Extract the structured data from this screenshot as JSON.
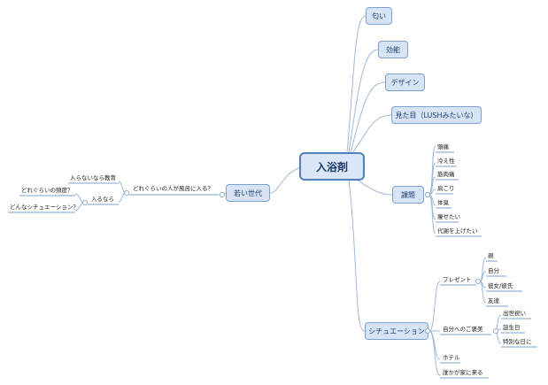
{
  "central_topic": "入浴剤",
  "right_topics": {
    "smell": "匂い",
    "efficacy": "効能",
    "design": "デザイン",
    "appearance": "見た目（LUSHみたいな）",
    "issues": {
      "label": "課題",
      "items": [
        "頭痛",
        "冷え性",
        "筋肉痛",
        "肩こり",
        "体臭",
        "痩せたい",
        "代謝を上げたい"
      ]
    },
    "situation": {
      "label": "シチュエーション",
      "present": {
        "label": "プレゼント",
        "items": [
          "親",
          "自分",
          "彼女/彼氏",
          "友達"
        ]
      },
      "self_reward": {
        "label": "自分へのご褒美",
        "items": [
          "出世祝い",
          "誕生日",
          "特別な日に"
        ]
      },
      "hotel": "ホテル",
      "guest": "誰かが家に来る"
    }
  },
  "left_topic": {
    "label": "若い世代",
    "question": "どれぐらいの人が風呂に入る？",
    "if_not": "入らないなら教育",
    "if_yes": {
      "label": "入るなら",
      "items": [
        "どれぐらいの頻度？",
        "どんなシチュエーション？"
      ]
    }
  }
}
